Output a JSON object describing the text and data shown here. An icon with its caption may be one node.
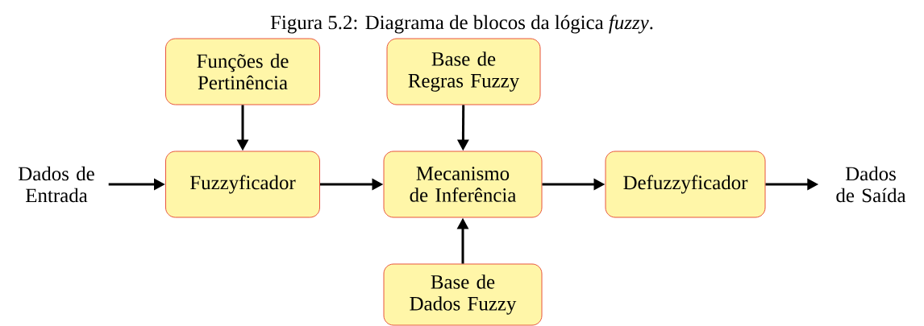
{
  "diagram": {
    "title": "Figura 5.2: Diagrama de blocos da lógica *fuzzy*.",
    "nodes": [
      {
        "text": [
          "Dados de Entrada"
        ]
      },
      {
        "text": [
          "Fuzzyficador"
        ]
      },
      {
        "text": [
          "Funções de Pertinência"
        ]
      },
      {
        "text": [
          "Base de Regras Fuzzy"
        ]
      },
      {
        "text": [
          "Mecanismo de Inferência"
        ]
      },
      {
        "text": [
          "Base de Dados Fuzzy"
        ]
      },
      {
        "text": [
          "Defuzzyficador"
        ]
      },
      {
        "text": [
          "Dados de Saída"
        ]
      }
    ],
    "edges": [
      {
        "from": 0,
        "to": 1,
        "arrow": "to"
      },
      {
        "from": 2,
        "to": 1,
        "arrow": "to"
      },
      {
        "from": 1,
        "to": 4,
        "arrow": "to"
      },
      {
        "from": 3,
        "to": 4,
        "arrow": "to"
      },
      {
        "from": 5,
        "to": 4,
        "arrow": "to"
      },
      {
        "from": 4,
        "to": 6,
        "arrow": "to"
      },
      {
        "from": 6,
        "to": 7,
        "arrow": "to"
      }
    ]
  }
}
